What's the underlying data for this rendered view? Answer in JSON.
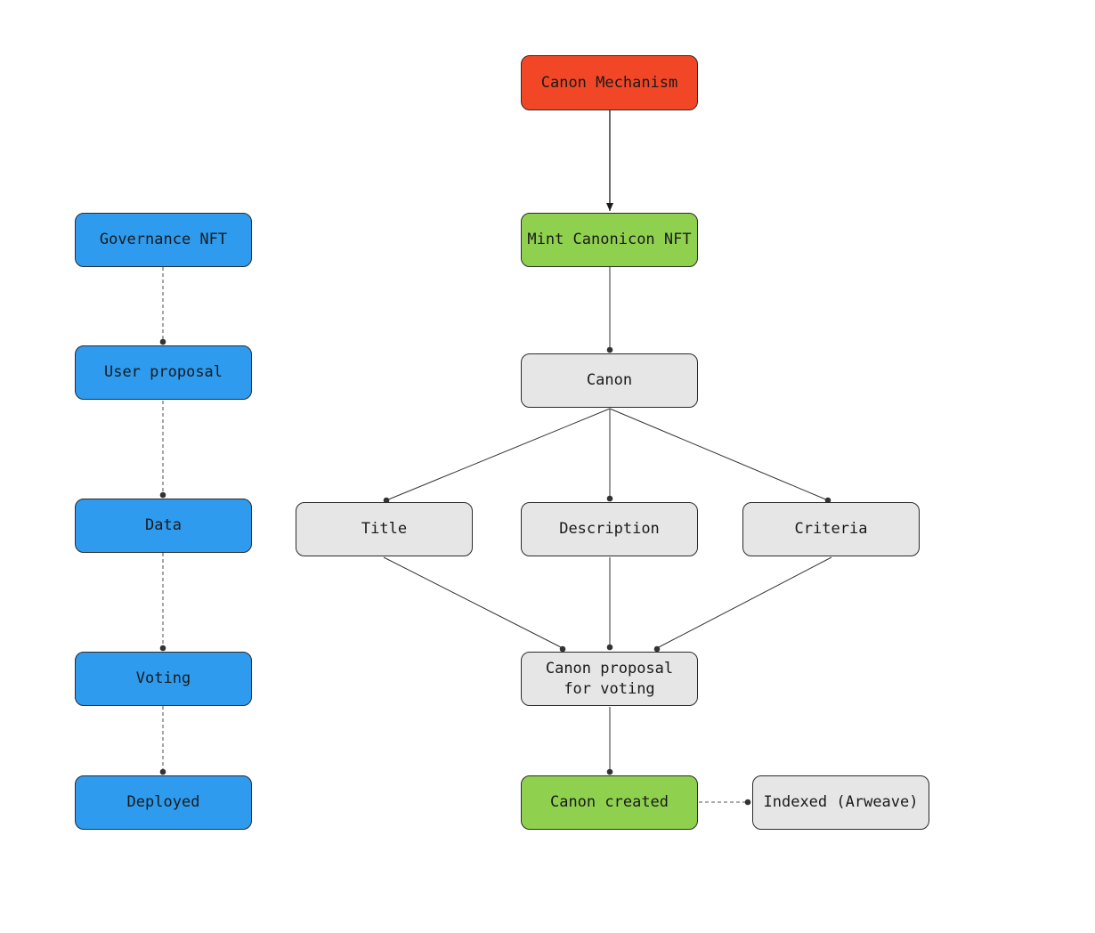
{
  "colors": {
    "blue": "#2e9bef",
    "green": "#8fd14f",
    "red": "#f24726",
    "gray": "#e6e6e6",
    "stroke": "#2b2b2b"
  },
  "left_column": {
    "governance_nft": "Governance NFT",
    "user_proposal": "User proposal",
    "data": "Data",
    "voting": "Voting",
    "deployed": "Deployed"
  },
  "main_flow": {
    "canon_mechanism": "Canon Mechanism",
    "mint_canonicon_nft": "Mint Canonicon NFT",
    "canon": "Canon",
    "title": "Title",
    "description": "Description",
    "criteria": "Criteria",
    "canon_proposal": "Canon proposal\nfor voting",
    "canon_created": "Canon created",
    "indexed": "Indexed (Arweave)"
  }
}
